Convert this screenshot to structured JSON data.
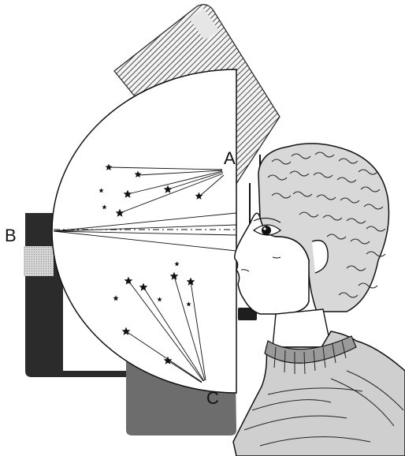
{
  "labels": {
    "a": "A",
    "b": "B",
    "c": "C"
  },
  "colors": {
    "ink": "#111111",
    "dark_panel": "#2a2a2a",
    "mid_panel": "#6b6b6b",
    "light_patch": "#cfcfcf",
    "hatch": "#555555",
    "paper": "#ffffff"
  },
  "icons": {
    "star": "five-point-star",
    "eye": "human-eye"
  }
}
